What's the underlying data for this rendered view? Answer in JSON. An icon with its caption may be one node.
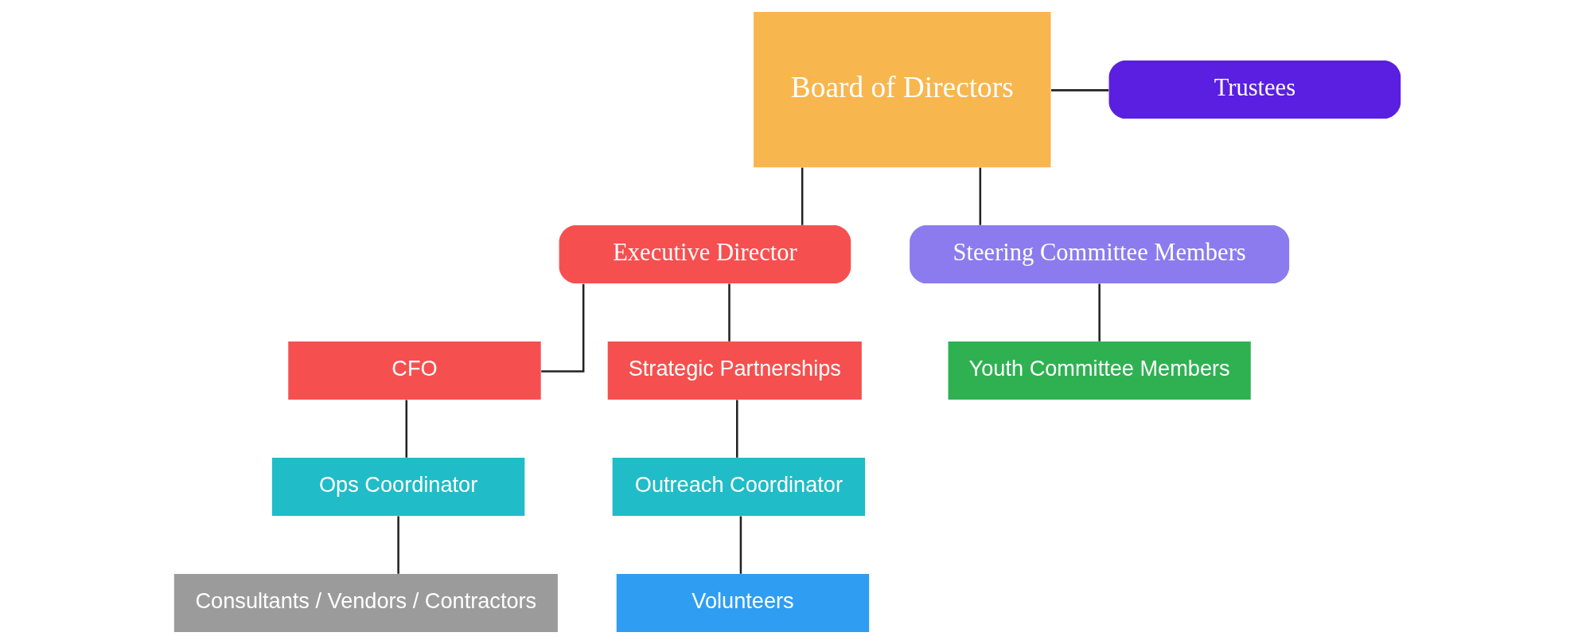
{
  "diagram": {
    "nodes": [
      {
        "text": [
          "Board of Directors"
        ]
      },
      {
        "text": [
          "Trustees"
        ]
      },
      {
        "text": [
          "Executive Director"
        ]
      },
      {
        "text": [
          "Steering Committee Members"
        ]
      },
      {
        "text": [
          "CFO"
        ]
      },
      {
        "text": [
          "Strategic Partnerships"
        ]
      },
      {
        "text": [
          "Ops Coordinator"
        ]
      },
      {
        "text": [
          "Outreach Coordinator"
        ]
      },
      {
        "text": [
          "Consultants / Vendors / Contractors"
        ]
      },
      {
        "text": [
          "Volunteers"
        ]
      },
      {
        "text": [
          "Youth Committee Members"
        ]
      }
    ],
    "edges": [
      {
        "from": 0,
        "to": 1,
        "arrow": "none"
      },
      {
        "from": 0,
        "to": 2,
        "arrow": "none"
      },
      {
        "from": 0,
        "to": 3,
        "arrow": "none"
      },
      {
        "from": 2,
        "to": 4,
        "arrow": "none"
      },
      {
        "from": 2,
        "to": 5,
        "arrow": "none"
      },
      {
        "from": 4,
        "to": 6,
        "arrow": "none"
      },
      {
        "from": 6,
        "to": 8,
        "arrow": "none"
      },
      {
        "from": 5,
        "to": 7,
        "arrow": "none"
      },
      {
        "from": 7,
        "to": 9,
        "arrow": "none"
      },
      {
        "from": 3,
        "to": 10,
        "arrow": "none"
      }
    ]
  }
}
